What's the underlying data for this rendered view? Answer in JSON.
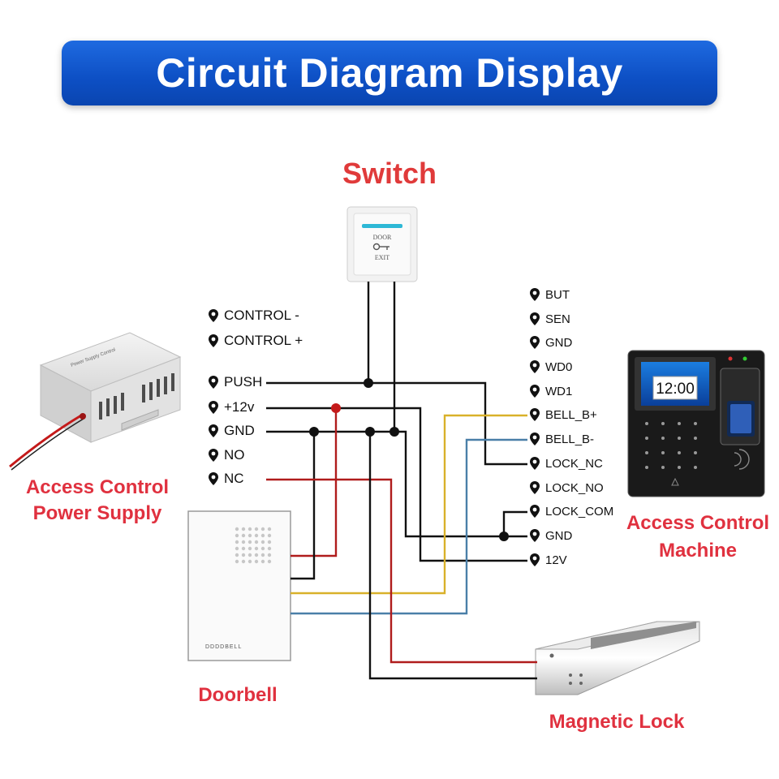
{
  "title": "Circuit Diagram Display",
  "devices": {
    "switch": {
      "label": "Switch",
      "faceTop": "DOOR",
      "faceBottom": "EXIT"
    },
    "power_supply": {
      "label_line1": "Access Control",
      "label_line2": "Power Supply",
      "case_text": "Power Supply Control"
    },
    "access_machine": {
      "label_line1": "Access Control",
      "label_line2": "Machine",
      "clock": "12:00"
    },
    "doorbell": {
      "label": "Doorbell",
      "case_text": "DDDDBELL"
    },
    "magnetic_lock": {
      "label": "Magnetic Lock"
    }
  },
  "psu_terminals": [
    "CONTROL -",
    "CONTROL +",
    "PUSH",
    "+12v",
    "GND",
    "NO",
    "NC"
  ],
  "machine_terminals": [
    "BUT",
    "SEN",
    "GND",
    "WD0",
    "WD1",
    "BELL_B+",
    "BELL_B-",
    "LOCK_NC",
    "LOCK_NO",
    "LOCK_COM",
    "GND",
    "12V"
  ],
  "colors": {
    "banner": "#0d4fc4",
    "label_red": "#e0313f",
    "wire_black": "#111111",
    "wire_red": "#b01c1c",
    "wire_yellow": "#d9b12a",
    "wire_blue": "#4a7fa8",
    "junction_red": "#c41a1a"
  }
}
